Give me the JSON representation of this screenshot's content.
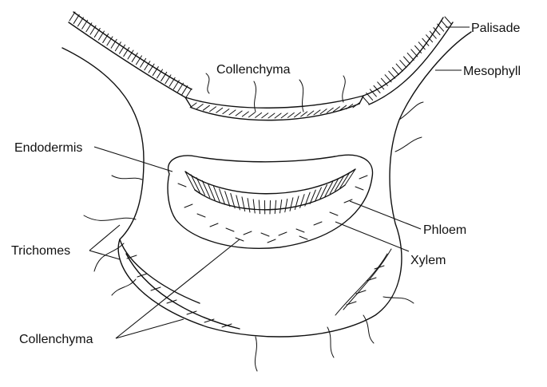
{
  "labels": {
    "palisade": "Palisade",
    "mesophyll": "Mesophyll",
    "collenchyma_top": "Collenchyma",
    "endodermis": "Endodermis",
    "phloem": "Phloem",
    "xylem": "Xylem",
    "trichomes": "Trichomes",
    "collenchyma_bottom": "Collenchyma"
  },
  "colors": {
    "ink": "#111111",
    "background": "#ffffff"
  }
}
